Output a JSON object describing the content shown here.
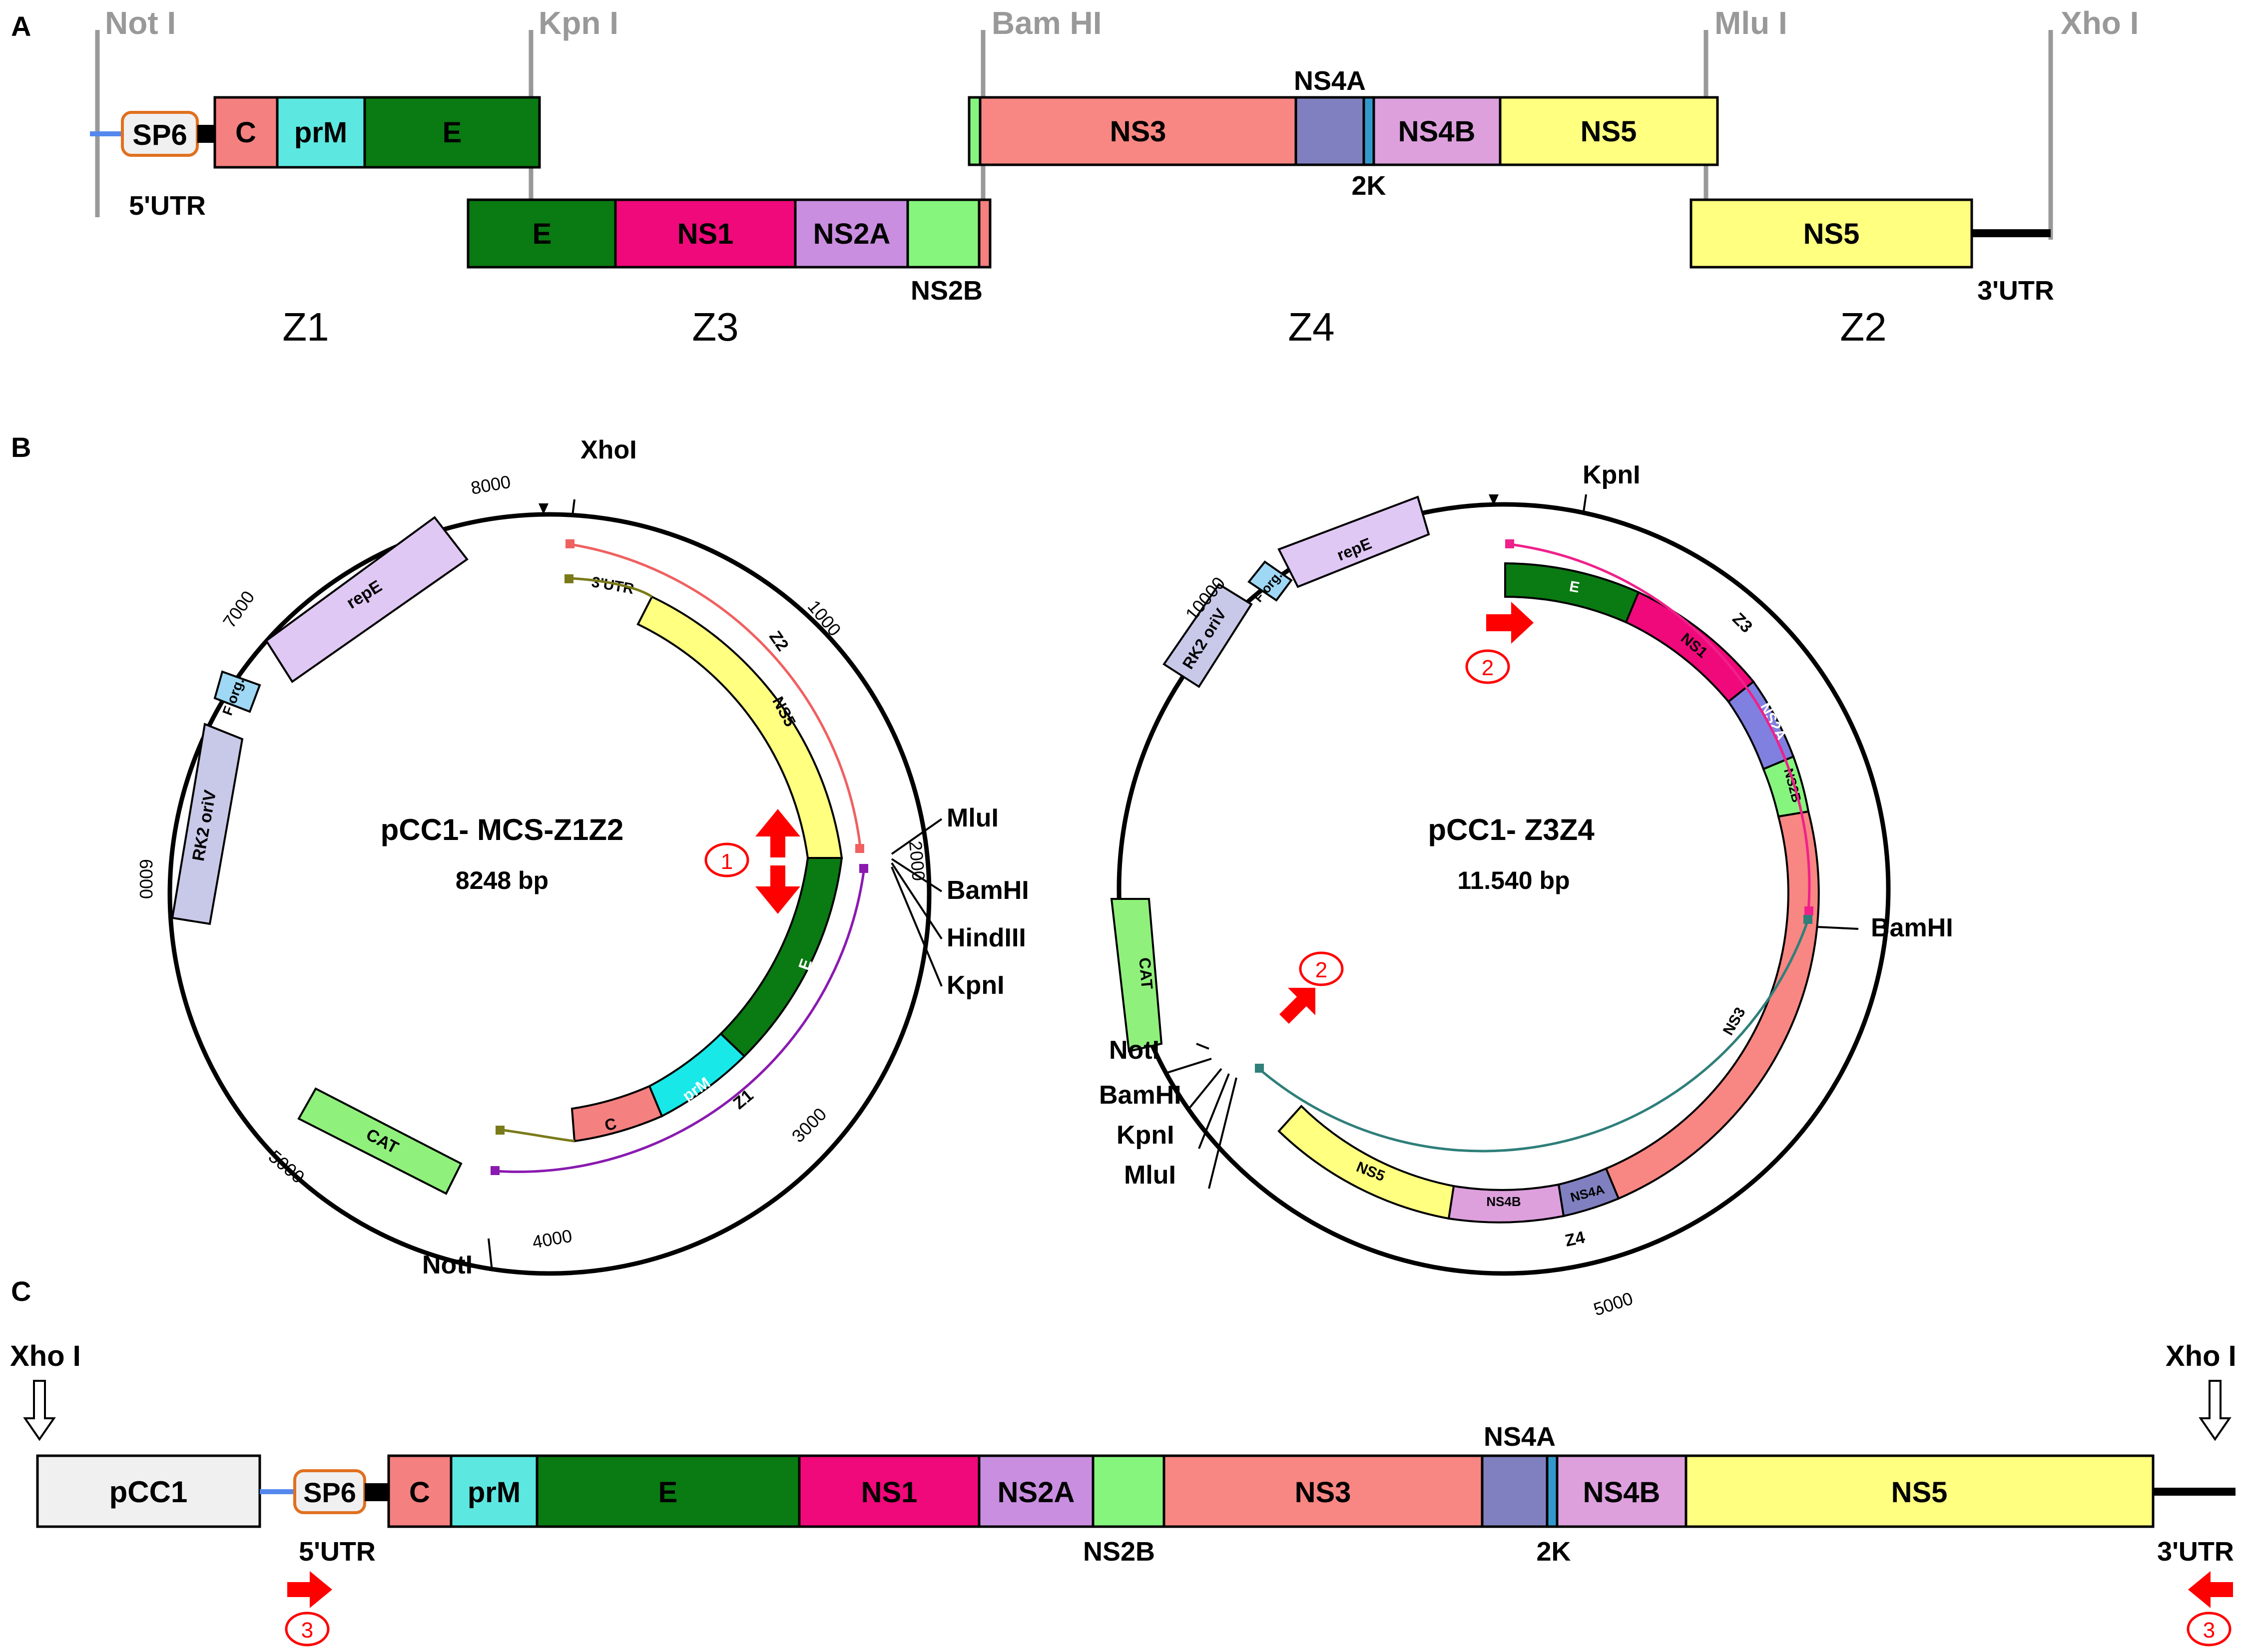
{
  "panel_labels": [
    "A",
    "B",
    "C"
  ],
  "colors": {
    "C": "#f48080",
    "prM": "#5ce8e0",
    "E": "#0a7a12",
    "NS1": "#f0097a",
    "NS2A": "#c98ee0",
    "NS2B": "#86f57e",
    "NS3": "#f88682",
    "NS4A": "#8080c0",
    "2K": "#3399cc",
    "NS4B": "#dda0dd",
    "NS5": "#ffff80",
    "backbone_green": "#90f07c",
    "repE": "#e0c8f5",
    "F_org": "#9fd8f5",
    "RK2": "#c8c8e8",
    "pCC1_box": "#f0f0f0",
    "sp6_border": "#e07020",
    "arrow_red": "#ff0000",
    "z2_track": "#f06060",
    "utr_track": "#7a7a1a",
    "z1_track": "#8a1ab0",
    "z3_track": "#f0208a",
    "z4_track": "#2f7f7a",
    "site_gray": "#999999",
    "utr_blue": "#5588ee"
  },
  "panel_a": {
    "sites": [
      "Not I",
      "Kpn I",
      "Bam HI",
      "Mlu I",
      "Xho I"
    ],
    "promoter": "SP6",
    "labels": {
      "utr5": "5'UTR",
      "utr3": "3'UTR",
      "ns4a": "NS4A",
      "k2": "2K",
      "ns2b": "NS2B",
      "C": "C",
      "prM": "prM",
      "E": "E",
      "NS1": "NS1",
      "NS2A": "NS2A",
      "NS3": "NS3",
      "NS4B": "NS4B",
      "NS5": "NS5"
    },
    "fragments": [
      "Z1",
      "Z3",
      "Z4",
      "Z2"
    ]
  },
  "panel_b": {
    "plasmid1": {
      "name": "pCC1- MCS-Z1Z2",
      "size": "8248 bp",
      "features": [
        "repE",
        "F org.",
        "RK2 oriV",
        "CAT",
        "NS5",
        "E",
        "prM",
        "C",
        "3'UTR"
      ],
      "tracks": [
        "Z2",
        "Z1"
      ],
      "sites": [
        "XhoI",
        "MluI",
        "BamHI",
        "HindIII",
        "KpnI",
        "NotI"
      ],
      "ticks": [
        "1000",
        "2000",
        "3000",
        "4000",
        "5000",
        "6000",
        "7000",
        "8000"
      ],
      "marker": "1"
    },
    "plasmid2": {
      "name": "pCC1- Z3Z4",
      "size": "11.540 bp",
      "features": [
        "repE",
        "F org.",
        "RK2 oriV",
        "CAT",
        "E",
        "NS1",
        "NS2A",
        "NS2B",
        "NS3",
        "NS4A",
        "NS4B",
        "NS5"
      ],
      "tracks": [
        "Z3",
        "Z4"
      ],
      "sites": [
        "KpnI",
        "BamHI",
        "NotI",
        "BamHI",
        "KpnI",
        "MluI"
      ],
      "ticks": [
        "10000",
        "5000"
      ],
      "marker": "2"
    }
  },
  "panel_c": {
    "site": "Xho I",
    "vector": "pCC1",
    "promoter": "SP6",
    "genes": [
      "C",
      "prM",
      "E",
      "NS1",
      "NS2A",
      "NS2B",
      "NS3",
      "NS4A",
      "2K",
      "NS4B",
      "NS5"
    ],
    "labels": {
      "utr5": "5'UTR",
      "utr3": "3'UTR",
      "ns2b": "NS2B",
      "ns4a": "NS4A",
      "k2": "2K"
    },
    "marker": "3"
  }
}
